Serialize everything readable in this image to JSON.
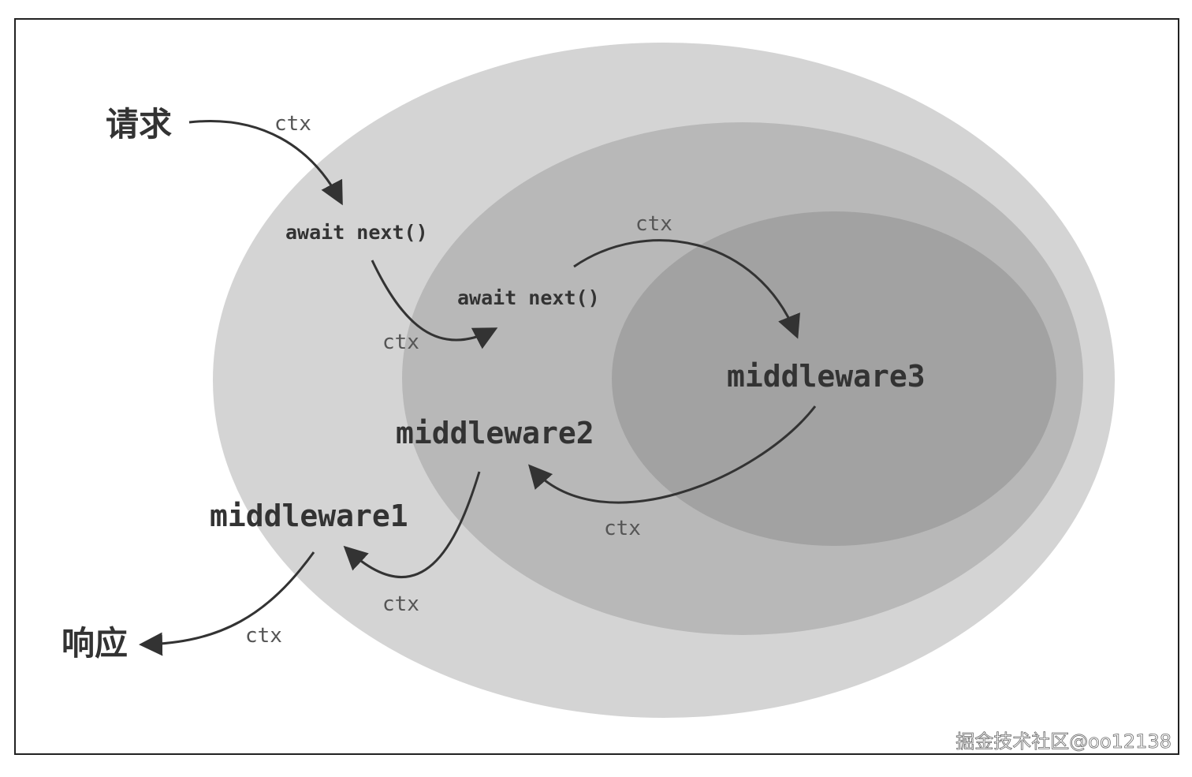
{
  "labels": {
    "request": "请求",
    "response": "响应",
    "middleware1": "middleware1",
    "middleware2": "middleware2",
    "middleware3": "middleware3",
    "await_next_1": "await next()",
    "await_next_2": "await next()",
    "ctx_1": "ctx",
    "ctx_2": "ctx",
    "ctx_3": "ctx",
    "ctx_4": "ctx",
    "ctx_5": "ctx",
    "ctx_6": "ctx"
  },
  "watermark": "掘金技术社区@oo12138",
  "colors": {
    "outer_ellipse": "#d4d4d4",
    "middle_ellipse": "#b8b8b8",
    "inner_ellipse": "#a2a2a2",
    "arrow": "#333333",
    "text": "#333333",
    "ctx_text": "#555555",
    "frame": "#222222"
  }
}
